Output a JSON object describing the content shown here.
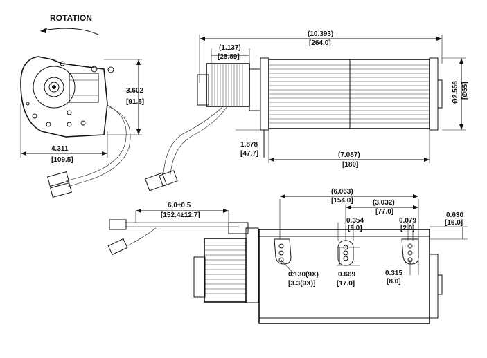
{
  "labels": {
    "rotation": "ROTATION",
    "d_height_in": "3.602",
    "d_height_mm": "[91.5]",
    "d_width_in": "4.311",
    "d_width_mm": "[109.5]",
    "d_overall_in": "(10.393)",
    "d_overall_mm": "[264.0]",
    "d_motor_in": "(1.137)",
    "d_motor_mm": "[28.89]",
    "d_dia_in": "Ø2.556",
    "d_dia_mm": "[Ø65]",
    "d_center_in": "1.878",
    "d_center_mm": "[47.7]",
    "d_wheel_in": "(7.087)",
    "d_wheel_mm": "[180]",
    "d_lead_in": "6.0±0.5",
    "d_lead_mm": "[152.4±12.7]",
    "d_holespan_in": "(6.063)",
    "d_holespan_mm": "[154.0]",
    "d_halfspan_in": "(3.032)",
    "d_halfspan_mm": "[77.0]",
    "d_slotw_in": "0.354",
    "d_slotw_mm": "[9.0]",
    "d_slotr_in": "0.079",
    "d_slotr_mm": "[2.0]",
    "d_edge_in": "0.630",
    "d_edge_mm": "[16.0]",
    "d_hole_in": "0.130(9X)",
    "d_hole_mm": "[3.3(9X)]",
    "d_slotl_in": "0.669",
    "d_slotl_mm": "[17.0]",
    "d_pitch_in": "0.315",
    "d_pitch_mm": "[8.0]"
  }
}
